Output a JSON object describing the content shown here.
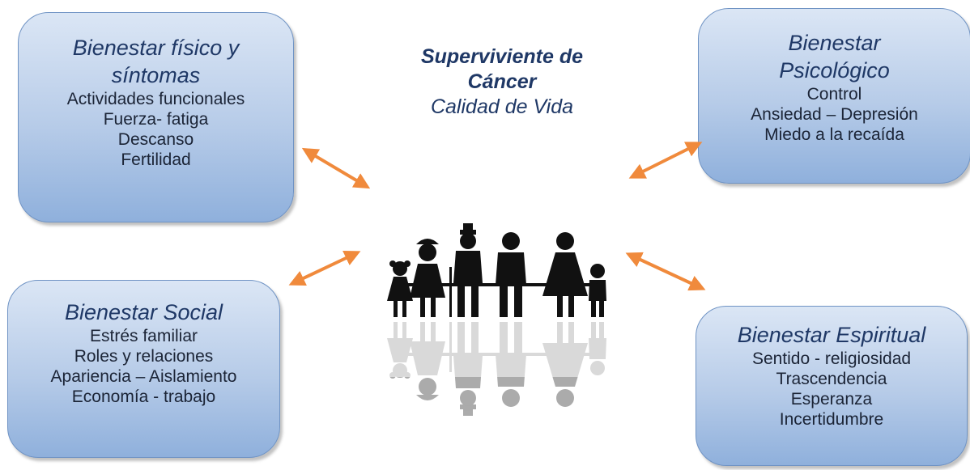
{
  "center": {
    "line1": "Superviviente de",
    "line2": "Cáncer",
    "line3": "Calidad de Vida"
  },
  "boxes": {
    "physical": {
      "title1": "Bienestar físico y",
      "title2": "síntomas",
      "items": [
        "Actividades funcionales",
        "Fuerza- fatiga",
        "Descanso",
        "Fertilidad"
      ]
    },
    "psych": {
      "title1": "Bienestar",
      "title2": "Psicológico",
      "items": [
        "Control",
        "Ansiedad – Depresión",
        "Miedo a la recaída"
      ]
    },
    "social": {
      "title1": "Bienestar Social",
      "items": [
        "Estrés familiar",
        "Roles y relaciones",
        "Apariencia – Aislamiento",
        "Economía - trabajo"
      ]
    },
    "spiritual": {
      "title1": "Bienestar Espiritual",
      "items": [
        "Sentido  - religiosidad",
        "Trascendencia",
        "Esperanza",
        "Incertidumbre"
      ]
    }
  },
  "colors": {
    "arrow": "#f08a3c",
    "box_border": "#6f93c4",
    "title_text": "#1f3866",
    "silhouette": "#111111"
  },
  "icons": {
    "family": "family-silhouette-icon",
    "arrow": "double-arrow-icon"
  }
}
